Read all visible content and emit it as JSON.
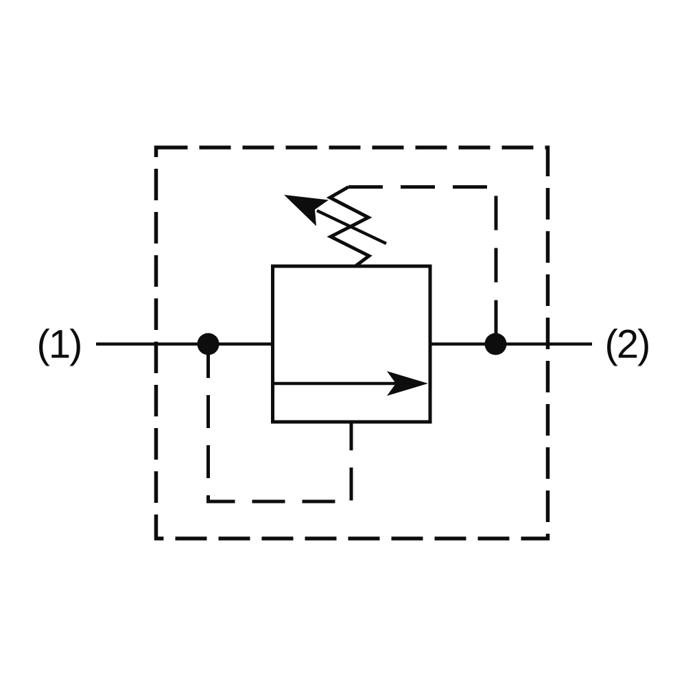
{
  "diagram": {
    "type": "hydraulic-valve-schematic",
    "background_color": "#ffffff",
    "line_color": "#0d0d0d",
    "ports": [
      {
        "label": "(1)",
        "position": "left"
      },
      {
        "label": "(2)",
        "position": "right"
      }
    ],
    "symbols": [
      {
        "name": "component-envelope-dashed-box"
      },
      {
        "name": "valve-body-square"
      },
      {
        "name": "adjustable-spring-zigzag"
      },
      {
        "name": "adjustment-arrow"
      },
      {
        "name": "flow-direction-arrow"
      },
      {
        "name": "pilot-line-top"
      },
      {
        "name": "pilot-line-bottom"
      },
      {
        "name": "junction-dot-left"
      },
      {
        "name": "junction-dot-right"
      }
    ]
  }
}
